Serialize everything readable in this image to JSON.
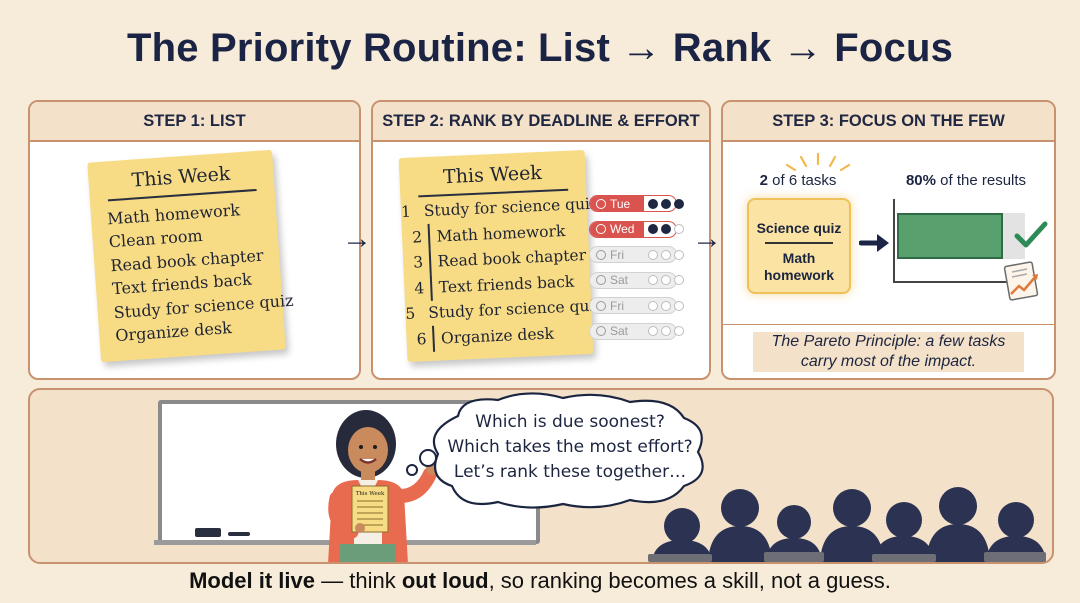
{
  "title": "The Priority Routine: List → Rank → Focus",
  "arrow_glyph": "→",
  "step1": {
    "heading": "STEP 1: LIST",
    "note_title": "This Week",
    "items": [
      "Math homework",
      "Clean room",
      "Read book chapter",
      "Text friends back",
      "Study for science quiz",
      "Organize desk"
    ]
  },
  "step2": {
    "heading": "STEP 2: RANK BY DEADLINE & EFFORT",
    "note_title": "This Week",
    "rows": [
      {
        "num": "1",
        "task": "Study for science quiz",
        "day": "Tue",
        "effort": 3,
        "urgent": true
      },
      {
        "num": "2",
        "task": "Math homework",
        "day": "Wed",
        "effort": 2,
        "urgent": true
      },
      {
        "num": "3",
        "task": "Read book chapter",
        "day": "Fri",
        "effort": 0,
        "urgent": false
      },
      {
        "num": "4",
        "task": "Text friends back",
        "day": "Sat",
        "effort": 0,
        "urgent": false
      },
      {
        "num": "5",
        "task": "Study for science quiz",
        "day": "Fri",
        "effort": 0,
        "urgent": false
      },
      {
        "num": "6",
        "task": "Organize desk",
        "day": "Sat",
        "effort": 0,
        "urgent": false
      }
    ]
  },
  "step3": {
    "heading": "STEP 3: FOCUS ON THE FEW",
    "tasks_count": "2",
    "tasks_rest": "of 6 tasks",
    "results_pct": "80%",
    "results_rest": "of the results",
    "focus_items": [
      "Science quiz",
      "Math homework"
    ],
    "result_fraction": 0.8,
    "pareto": "The Pareto Principle: a few tasks carry most of the impact."
  },
  "classroom": {
    "bubble_lines": [
      "Which is due soonest?",
      "Which takes the most effort?",
      "Let’s rank these together…"
    ],
    "paper_label": "This Week"
  },
  "caption": {
    "bold1": "Model it live",
    "text1": " — think ",
    "bold2": "out loud",
    "text2": ", so ranking becomes a skill, not a guess."
  },
  "colors": {
    "accent_red": "#d9534f",
    "sticky": "#f7dc85",
    "bar_green": "#4f9a6a",
    "check": "#2e8b57",
    "navy": "#1b2444"
  }
}
